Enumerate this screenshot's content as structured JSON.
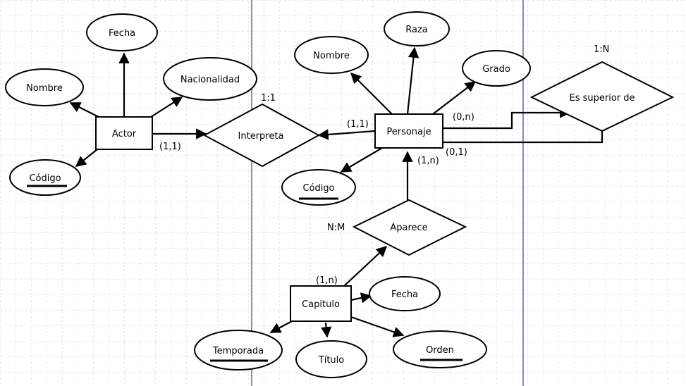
{
  "diagram": {
    "entities": [
      {
        "id": "actor",
        "label": "Actor"
      },
      {
        "id": "personaje",
        "label": "Personaje"
      },
      {
        "id": "capitulo",
        "label": "Capitulo"
      }
    ],
    "relationships": [
      {
        "id": "interpreta",
        "label": "Interpreta",
        "ratio": "1:1"
      },
      {
        "id": "es_superior",
        "label": "Es superior de",
        "ratio": "1:N"
      },
      {
        "id": "aparece",
        "label": "Aparece",
        "ratio": "N:M"
      }
    ],
    "attributes": [
      {
        "id": "actor_fecha",
        "label": "Fecha",
        "key": false
      },
      {
        "id": "actor_nombre",
        "label": "Nombre",
        "key": false
      },
      {
        "id": "actor_nacionalidad",
        "label": "Nacionalidad",
        "key": false
      },
      {
        "id": "actor_codigo",
        "label": "Código",
        "key": true
      },
      {
        "id": "pers_nombre",
        "label": "Nombre",
        "key": false
      },
      {
        "id": "pers_raza",
        "label": "Raza",
        "key": false
      },
      {
        "id": "pers_grado",
        "label": "Grado",
        "key": false
      },
      {
        "id": "pers_codigo",
        "label": "Código",
        "key": true
      },
      {
        "id": "cap_fecha",
        "label": "Fecha",
        "key": false
      },
      {
        "id": "cap_temporada",
        "label": "Temporada",
        "key": true
      },
      {
        "id": "cap_titulo",
        "label": "Título",
        "key": false
      },
      {
        "id": "cap_orden",
        "label": "Orden",
        "key": true
      }
    ],
    "cardinalities": [
      {
        "id": "actor_interpreta",
        "label": "(1,1)"
      },
      {
        "id": "personaje_interpreta",
        "label": "(1,1)"
      },
      {
        "id": "personaje_superior_1",
        "label": "(0,n)"
      },
      {
        "id": "personaje_superior_2",
        "label": "(0,1)"
      },
      {
        "id": "personaje_aparece",
        "label": "(1,n)"
      },
      {
        "id": "capitulo_aparece",
        "label": "(1,n)"
      }
    ]
  }
}
